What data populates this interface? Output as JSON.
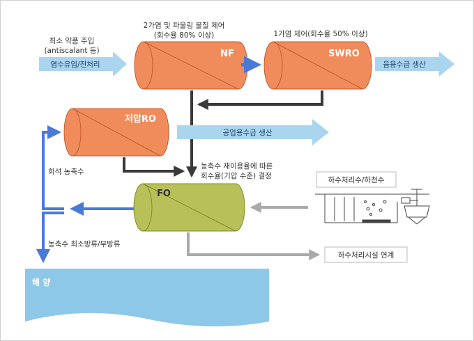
{
  "inputs": {
    "chemical_line1": "최소 약품 주입",
    "chemical_line2": "(antiscalant 등)",
    "intake": "염수유입/전처리"
  },
  "nf": {
    "name": "NF",
    "note_line1": "2가염 및 파울링 물질 제어",
    "note_line2": "(회수율 80% 이상)"
  },
  "swro": {
    "name": "SWRO",
    "note": "1가염 제어(회수율 50% 이상)"
  },
  "outputs": {
    "drinking": "음용수급 생산",
    "industrial": "공업용수급 생산",
    "sewage_link": "하수처리시설 연계"
  },
  "low_ro": {
    "name": "저압RO"
  },
  "fo": {
    "name": "FO",
    "note_line1": "농축수 재이용율에 따른",
    "note_line2": "회수율(기압 수준) 결정"
  },
  "sewage_source": "하수처리수/하천수",
  "dilute_label": "희석 농축수",
  "discharge_label": "농축수 최소방류/무방류",
  "ocean_label": "해 양",
  "colors": {
    "membrane_orange": "#F08C5C",
    "fo_green": "#B8C05A",
    "light_blue": "#A9D6EE",
    "arrow_blue": "#4A79D8",
    "dark_line": "#3A3A3A",
    "gray_line": "#AAAAAA",
    "ocean": "#8EC8E8"
  }
}
